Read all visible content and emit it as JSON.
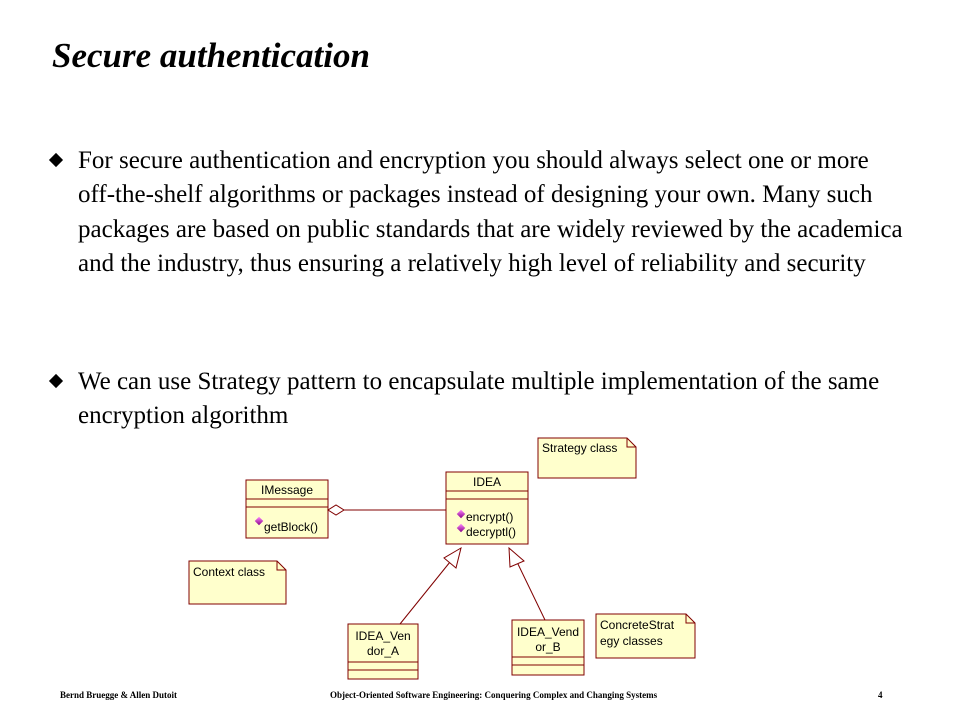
{
  "slide": {
    "title": "Secure authentication",
    "bullets": [
      "For secure authentication and encryption you should always select one or more off-the-shelf algorithms or packages instead of designing your own. Many such packages are based on public standards that are widely reviewed by the academica and the industry, thus ensuring a relatively high level of reliability and security",
      "We can use Strategy pattern to encapsulate multiple implementation of the same encryption algorithm"
    ]
  },
  "diagram": {
    "imessage": {
      "name": "IMessage",
      "op": "getBlock()"
    },
    "idea": {
      "name": "IDEA",
      "ops": [
        "encrypt()",
        "decryptl()"
      ]
    },
    "vendor_a": {
      "line1": "IDEA_Ven",
      "line2": "dor_A"
    },
    "vendor_b": {
      "line1": "IDEA_Vend",
      "line2": "or_B"
    },
    "notes": {
      "strategy": "Strategy class",
      "context": "Context class",
      "concrete_line1": "ConcreteStrat",
      "concrete_line2": "egy classes"
    }
  },
  "footer": {
    "authors": "Bernd Bruegge & Allen Dutoit",
    "book": "Object-Oriented Software Engineering: Conquering Complex and Changing Systems",
    "page": "4"
  },
  "colors": {
    "box_fill": "#ffffcc",
    "stroke": "#800000",
    "op_icon": "#cc33cc"
  }
}
